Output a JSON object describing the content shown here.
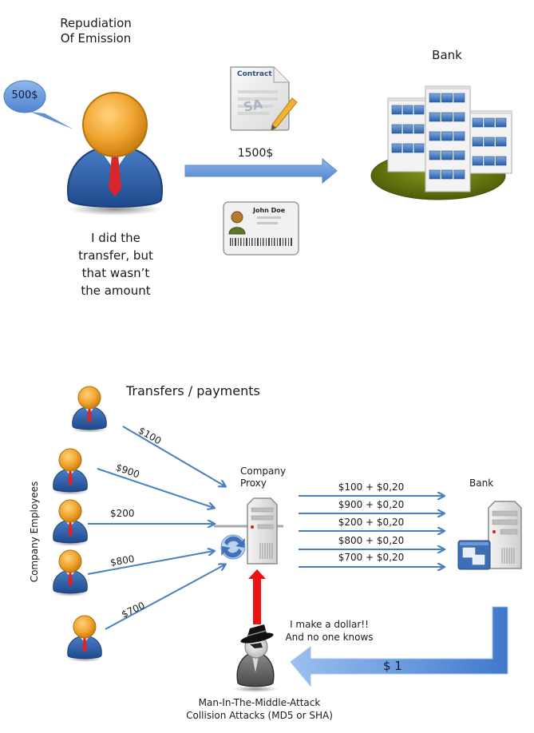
{
  "top_panel": {
    "title_line1": "Repudiation",
    "title_line2": "Of Emission",
    "speech_bubble": "500$",
    "caption_lines": [
      "I did the",
      "transfer, but",
      "that wasn’t",
      "the amount"
    ],
    "contract_label": "Contract",
    "contract_watermark": "SA",
    "arrow_amount": "1500$",
    "id_card_name": "John Doe",
    "bank_label": "Bank"
  },
  "bottom_panel": {
    "title": "Transfers / payments",
    "employees_label": "Company Employees",
    "employee_transfers": [
      {
        "amount": "$100"
      },
      {
        "amount": "$900"
      },
      {
        "amount": "$200"
      },
      {
        "amount": "$800"
      },
      {
        "amount": "$700"
      }
    ],
    "proxy_label_line1": "Company",
    "proxy_label_line2": "Proxy",
    "proxy_transfers": [
      {
        "label": "$100 + $0,20"
      },
      {
        "label": "$900 + $0,20"
      },
      {
        "label": "$200 + $0,20"
      },
      {
        "label": "$800 + $0,20"
      },
      {
        "label": "$700 + $0,20"
      }
    ],
    "bank_label": "Bank",
    "return_amount": "$ 1",
    "attacker_quote_line1": "I make a dollar!!",
    "attacker_quote_line2": "And no one knows",
    "attacker_label_line1": "Man-In-The-Middle-Attack",
    "attacker_label_line2": "Collision Attacks (MD5 or SHA)"
  },
  "colors": {
    "arrow_blue": "#4a7fc1",
    "big_arrow_blue": "#6d9de0",
    "attack_red": "#ee1111",
    "face_orange": "#f0a531",
    "suit_blue": "#2f5fa8",
    "tie_red": "#d9262a",
    "bank_ground": "#6b7a10"
  }
}
